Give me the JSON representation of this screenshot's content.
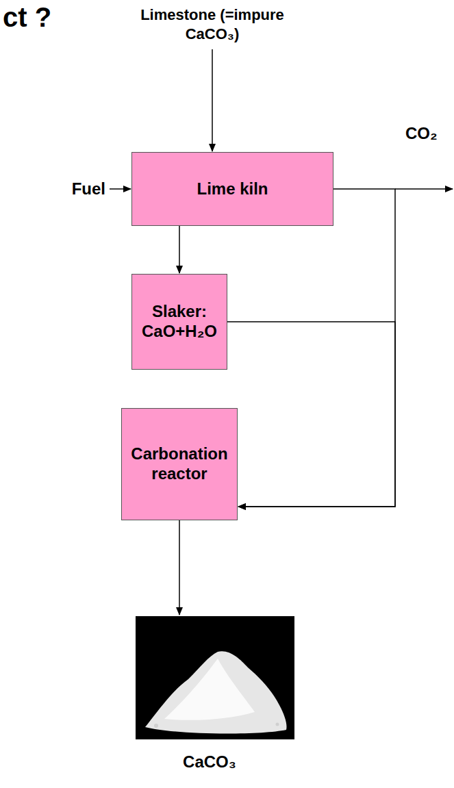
{
  "diagram": {
    "nodes": [
      {
        "text": [
          "Lime kiln"
        ]
      },
      {
        "text": [
          "Slaker: CaO+H₂O"
        ]
      },
      {
        "text": [
          "Carbonation reactor"
        ]
      }
    ],
    "edges": [
      {
        "from": 0,
        "to": 1,
        "arrow": "to"
      },
      {
        "from": 1,
        "to": 2,
        "arrow": "to"
      },
      {
        "from": 0,
        "to": 2,
        "arrow": "to"
      }
    ],
    "labels": [
      "ct ?",
      "Limestone (=impure CaCO₃)",
      "Fuel",
      "CO₂",
      "CaCO₃"
    ]
  }
}
